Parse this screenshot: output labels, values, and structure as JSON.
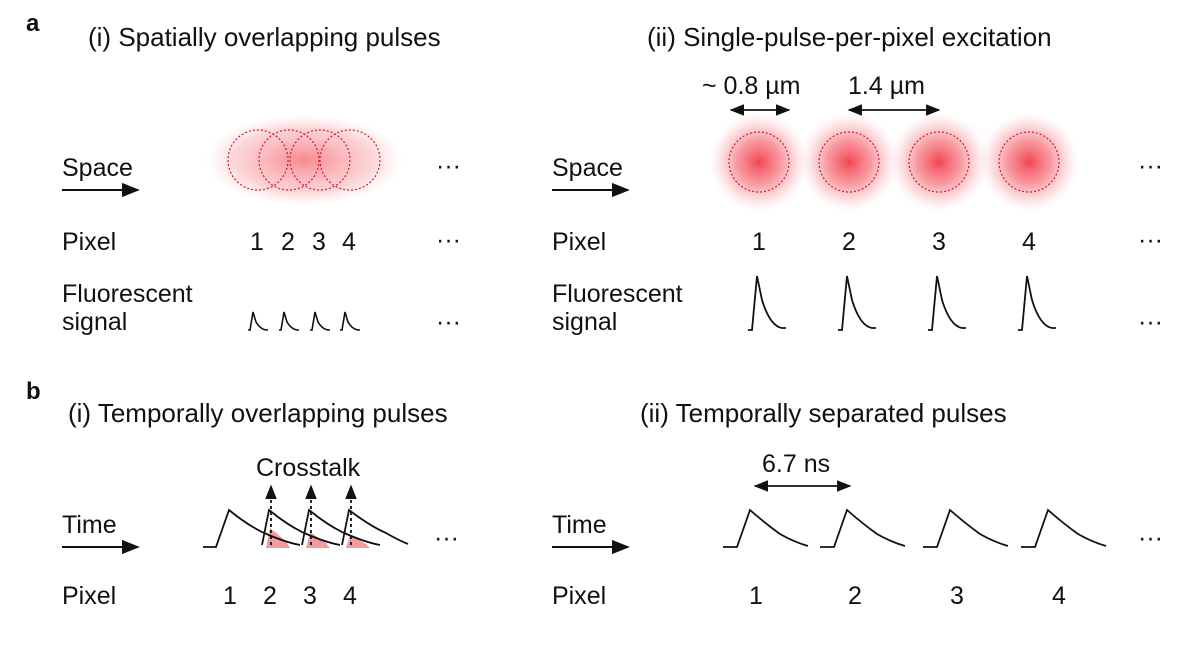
{
  "panel_a": {
    "letter": "a",
    "left": {
      "title": "(i) Spatially overlapping pulses",
      "space_label": "Space",
      "pixel_label": "Pixel",
      "signal_label_line1": "Fluorescent",
      "signal_label_line2": "signal",
      "pixels": [
        "1",
        "2",
        "3",
        "4"
      ],
      "ellipsis": "···"
    },
    "right": {
      "title": "(ii) Single-pulse-per-pixel excitation",
      "spot_size": "~ 0.8 µm",
      "spacing": "1.4 µm",
      "space_label": "Space",
      "pixel_label": "Pixel",
      "signal_label_line1": "Fluorescent",
      "signal_label_line2": "signal",
      "pixels": [
        "1",
        "2",
        "3",
        "4"
      ],
      "ellipsis": "···"
    }
  },
  "panel_b": {
    "letter": "b",
    "left": {
      "title": "(i) Temporally overlapping pulses",
      "crosstalk": "Crosstalk",
      "time_label": "Time",
      "pixel_label": "Pixel",
      "pixels": [
        "1",
        "2",
        "3",
        "4"
      ],
      "ellipsis": "···"
    },
    "right": {
      "title": "(ii) Temporally separated pulses",
      "interval": "6.7 ns",
      "time_label": "Time",
      "pixel_label": "Pixel",
      "pixels": [
        "1",
        "2",
        "3",
        "4"
      ],
      "ellipsis": "···"
    }
  },
  "colors": {
    "spot": "#f23c4a",
    "crosstalk_fill": "#f08c8c",
    "ink": "#111111"
  }
}
